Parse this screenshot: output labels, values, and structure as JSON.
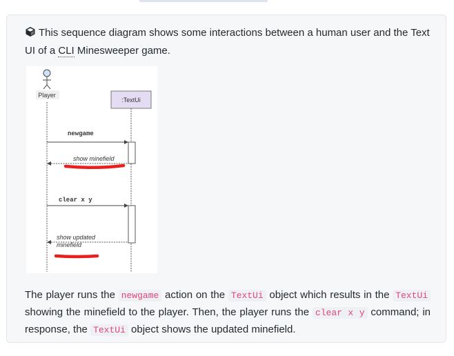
{
  "intro": {
    "icon": "box-icon",
    "text_before": "This sequence diagram shows some interactions between a human user and the Text UI of a ",
    "abbr": "CLI",
    "text_after": " Minesweeper game."
  },
  "diagram": {
    "actor_label": "Player",
    "object_label": ":TextUi",
    "message_1": "newgame",
    "return_1": "show minefield",
    "message_2": "clear x y",
    "return_2_line1": "show updated",
    "return_2_line2": "minefield",
    "highlight_color": "#e8201e"
  },
  "description": {
    "t1": "The player runs the ",
    "c1": "newgame",
    "t2": " action on the ",
    "c2": "TextUi",
    "t3": " object which results in the ",
    "c3": "TextUi",
    "t4": " showing the minefield to the player. Then, the player runs the ",
    "c4": "clear x y",
    "t5": " command; in response, the ",
    "c5": "TextUi",
    "t6": " object shows the updated minefield."
  },
  "colors": {
    "code_text": "#e0457b",
    "card_bg": "#f6f7f9",
    "lifeline_box": "#e3dcf2"
  }
}
